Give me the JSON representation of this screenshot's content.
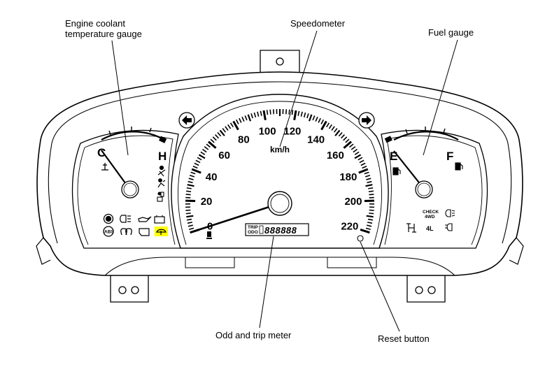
{
  "callouts": {
    "coolant_line1": "Engine coolant",
    "coolant_line2": "temperature gauge",
    "speedometer": "Speedometer",
    "fuel": "Fuel gauge",
    "odometer": "Odd and trip meter",
    "reset": "Reset button"
  },
  "speedometer": {
    "unit": "km/h",
    "labels": [
      "0",
      "20",
      "40",
      "60",
      "80",
      "100",
      "120",
      "140",
      "160",
      "180",
      "200",
      "220"
    ],
    "odometer_digits": "888888",
    "trip_label": "TRIP",
    "needle_value": 0
  },
  "temperature_gauge": {
    "cold_label": "C",
    "hot_label": "H"
  },
  "fuel_gauge": {
    "empty_label": "E",
    "full_label": "F"
  },
  "indicators": {
    "check_4wd_line1": "CHECK",
    "check_4wd_line2": "4WD",
    "low_range": "4L",
    "abs": "ABS"
  },
  "colors": {
    "highlight": "#ffff00",
    "ink": "#000000"
  },
  "icons": [
    "left-turn-arrow-icon",
    "right-turn-arrow-icon",
    "thermometer-icon",
    "fuel-pump-icon",
    "brake-warning-icon",
    "headlight-icon",
    "oil-pressure-icon",
    "battery-icon",
    "abs-icon",
    "glow-plug-icon",
    "engine-check-icon",
    "washer-fluid-icon",
    "seatbelt-icon",
    "airbag-icon",
    "door-open-icon",
    "4wd-icon",
    "fog-light-icon"
  ]
}
